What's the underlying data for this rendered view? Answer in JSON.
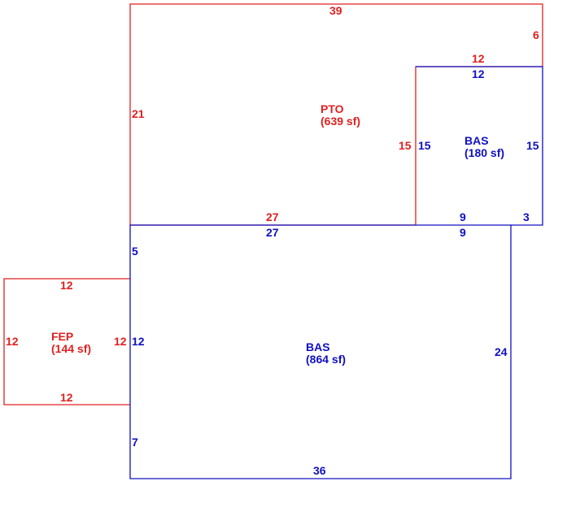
{
  "colors": {
    "red": "#e02020",
    "blue": "#1010c0",
    "background": "#ffffff"
  },
  "areas": {
    "pto": {
      "code": "PTO",
      "area": "(639 sf)"
    },
    "bas_upper": {
      "code": "BAS",
      "area": "(180 sf)"
    },
    "bas_main": {
      "code": "BAS",
      "area": "(864 sf)"
    },
    "fep": {
      "code": "FEP",
      "area": "(144 sf)"
    }
  },
  "dimensions": {
    "pto_top": "39",
    "pto_right": "6",
    "pto_left": "21",
    "pto_inner_top": "12",
    "pto_inner_left": "15",
    "pto_bottom": "27",
    "bas_upper_top": "12",
    "bas_upper_left": "15",
    "bas_upper_right": "15",
    "bas_upper_bottom": "9",
    "bas_upper_step": "3",
    "bas_main_top_left": "27",
    "bas_main_top_right": "9",
    "bas_main_left_upper": "5",
    "bas_main_left_mid": "12",
    "bas_main_left_lower": "7",
    "bas_main_right": "24",
    "bas_main_bottom": "36",
    "fep_top": "12",
    "fep_left": "12",
    "fep_right": "12",
    "fep_bottom": "12"
  }
}
